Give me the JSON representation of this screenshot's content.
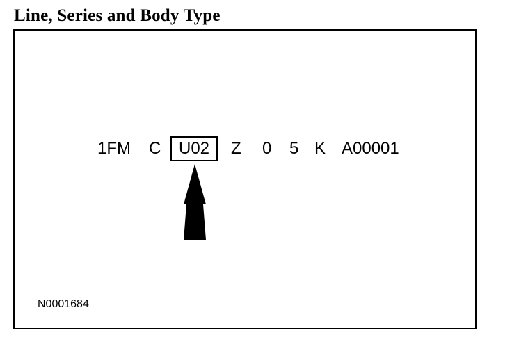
{
  "heading": "Line, Series and Body Type",
  "vin_segments": {
    "wmi": "1FM",
    "restraint": "C",
    "line_series_body": "U02",
    "engine": "Z",
    "check_digit": "0",
    "model_year": "5",
    "plant": "K",
    "serial": "A00001"
  },
  "figure_id": "N0001684",
  "colors": {
    "ink": "#000000",
    "paper": "#ffffff"
  }
}
